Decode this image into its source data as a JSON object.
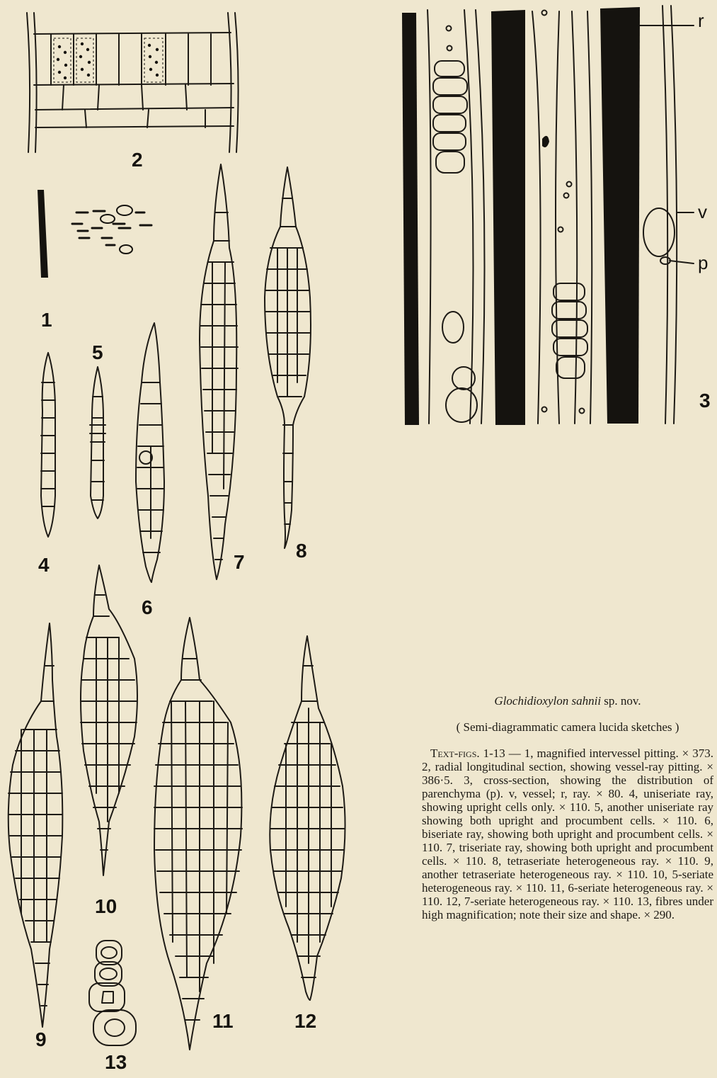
{
  "figure_numbers": {
    "f1": "1",
    "f2": "2",
    "f3": "3",
    "f4": "4",
    "f5": "5",
    "f6": "6",
    "f7": "7",
    "f8": "8",
    "f9": "9",
    "f10": "10",
    "f11": "11",
    "f12": "12",
    "f13": "13"
  },
  "fig3_labels": {
    "ray": "r",
    "vessel": "v",
    "parenchyma": "p"
  },
  "caption": {
    "species": "Glochidioxylon sahnii",
    "species_suffix": "sp. nov.",
    "subtitle": "( Semi-diagrammatic camera lucida sketches )",
    "text_figs_label": "Text-figs. 1-13",
    "body": " — 1, magnified intervessel pitting. × 373. 2, radial longitudinal section, showing vessel-ray pitting. × 386·5. 3, cross-section, showing the distribution of parenchyma (p). v, vessel; r, ray. × 80. 4, uniseriate ray, showing upright cells only. × 110. 5, another uniseriate ray showing both upright and procumbent cells. × 110. 6, biseriate ray, showing both upright and procumbent cells. × 110. 7, triseriate ray, showing both upright and procumbent cells. × 110. 8, tetraseriate heterogeneous ray. × 110. 9, another tetraseriate heterogeneous ray. × 110. 10, 5-seriate heterogeneous ray. × 110. 11, 6-seriate heterogeneous ray. × 110. 12, 7-seriate heterogeneous ray. × 110. 13, fibres under high magnification; note their size and shape. × 290."
  },
  "colors": {
    "paper": "#efe7cf",
    "ink": "#15130f"
  }
}
